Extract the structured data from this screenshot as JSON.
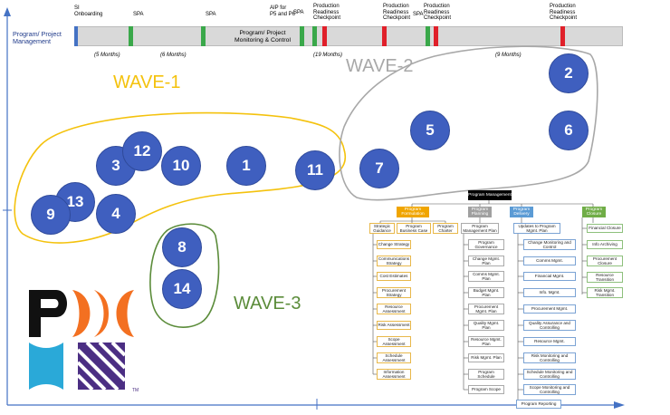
{
  "axis": {
    "y_label": "Program/ Project\nManagement"
  },
  "timeline": {
    "bar_label": "Program/ Project\nMonitoring & Control",
    "top_labels": [
      {
        "id": "si",
        "text": "SI\nOnboarding"
      },
      {
        "id": "spa1",
        "text": "SPA"
      },
      {
        "id": "spa2",
        "text": "SPA"
      },
      {
        "id": "aip",
        "text": "AIP for\nP5 and P6"
      },
      {
        "id": "spa3",
        "text": "SPA"
      },
      {
        "id": "prc1",
        "text": "Production\nReadiness\nCheckpoint"
      },
      {
        "id": "prc2",
        "text": "Production\nReadiness\nCheckpoint"
      },
      {
        "id": "spa4",
        "text": "SPA"
      },
      {
        "id": "prc3",
        "text": "Production\nReadiness\nCheckpoint"
      },
      {
        "id": "prc4",
        "text": "Production\nReadiness\nCheckpoint"
      }
    ],
    "durations": [
      "(5 Months)",
      "(6 Months)",
      "(19 Months)",
      "(9 Months)"
    ],
    "colors": {
      "bar": "#d9d9d9",
      "blue": "#4472c4",
      "green": "#3aa84a",
      "red": "#e0202a"
    }
  },
  "waves": [
    {
      "name": "WAVE-1",
      "color": "#f4c20d"
    },
    {
      "name": "WAVE-2",
      "color": "#a8a8a8"
    },
    {
      "name": "WAVE-3",
      "color": "#5b8c3a"
    }
  ],
  "circles": [
    "2",
    "5",
    "6",
    "7",
    "3",
    "12",
    "10",
    "1",
    "11",
    "13",
    "9",
    "4",
    "8",
    "14"
  ],
  "logo": {
    "tm": "TM"
  },
  "chart": {
    "root": "Program\nManagement",
    "columns": [
      {
        "header": "Program\nFormulation",
        "sub": [
          {
            "id": "sg",
            "text": "Strategic\nGuidance"
          },
          {
            "id": "pbc",
            "text": "Program Business\nCase"
          },
          {
            "id": "pch",
            "text": "Program\nCharter"
          }
        ],
        "items": [
          "Change Strategy",
          "Communications\nStrategy",
          "Cost Estimates",
          "Procurement\nStrategy",
          "Resource\nAssessment",
          "Risk Assessment",
          "Scope\nAssessment",
          "Schedule\nAssessment",
          "Information\nAssessment"
        ]
      },
      {
        "header": "Program\nPlanning",
        "sub": [
          {
            "id": "pmp",
            "text": "Program\nManagement Plan"
          }
        ],
        "items": [
          "Program\nGovernance",
          "Change Mgmt.\nPlan",
          "Comms Mgmt.\nPlan",
          "Budget Mgmt.\nPlan",
          "Procurement\nMgmt. Plan",
          "Quality Mgmt.\nPlan",
          "Resource Mgmt.\nPlan",
          "Risk Mgmt. Plan",
          "Program\nSchedule",
          "Program Scope"
        ]
      },
      {
        "header": "Program\nDelivery",
        "sub": [
          {
            "id": "upd",
            "text": "Updates to Program\nMgmt. Plan"
          }
        ],
        "items": [
          "Change Monitoring and\nControl",
          "Comms Mgmt.",
          "Financial Mgmt.",
          "Info. Mgmt.",
          "Procurement Mgmt.",
          "Quality Assurance and\nControlling",
          "Resource Mgmt.",
          "Risk Monitoring and\nControlling",
          "Schedule Monitoring\nand Controlling",
          "Scope Monitoring and\nControlling",
          "Program Reporting"
        ]
      },
      {
        "header": "Program\nClosure",
        "sub": [],
        "items": [
          "Financial Closure",
          "Info Archiving",
          "Procurement\nClosure",
          "Resource\nTransition",
          "Risk Mgmt.\nTransition"
        ]
      }
    ],
    "colors": {
      "formulation": "#f0a500",
      "planning": "#a0a0a0",
      "delivery": "#5b9bd5",
      "closure": "#70ad47",
      "root": "#000000"
    }
  }
}
